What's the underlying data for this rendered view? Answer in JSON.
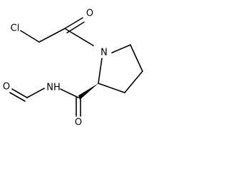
{
  "molecule": {
    "atoms": {
      "chlorine": "Cl",
      "acyl_oxygen": "O",
      "ring_nitrogen": "N",
      "amide_nitrogen_h": "NH",
      "formyl_oxygen": "O",
      "carboxamide_oxygen": "O"
    },
    "colors": {
      "bond": "#000000",
      "label": "#000000",
      "background": "#ffffff"
    }
  }
}
